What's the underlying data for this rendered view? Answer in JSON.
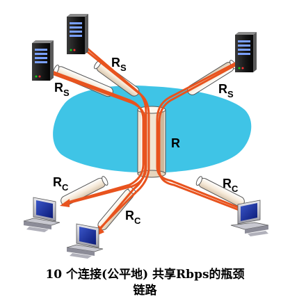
{
  "diagram": {
    "link_labels": {
      "server_left_upper": {
        "main": "R",
        "sub": "S"
      },
      "server_left_lower": {
        "main": "R",
        "sub": "S"
      },
      "server_right": {
        "main": "R",
        "sub": "S"
      },
      "bottleneck": {
        "main": "R"
      },
      "client_left": {
        "main": "R",
        "sub": "C"
      },
      "client_middle": {
        "main": "R",
        "sub": "C"
      },
      "client_right": {
        "main": "R",
        "sub": "C"
      }
    },
    "icons": [
      "server-icon",
      "server-icon",
      "server-icon",
      "pc-icon",
      "pc-icon",
      "pc-icon"
    ],
    "colors": {
      "cloud": "#3fc4e6",
      "flow": "#e8531e",
      "pipe": "#f4e6d2"
    }
  },
  "caption": {
    "line1": "10 个连接(公平地) 共享Rbps的瓶颈",
    "line2": "链路"
  }
}
